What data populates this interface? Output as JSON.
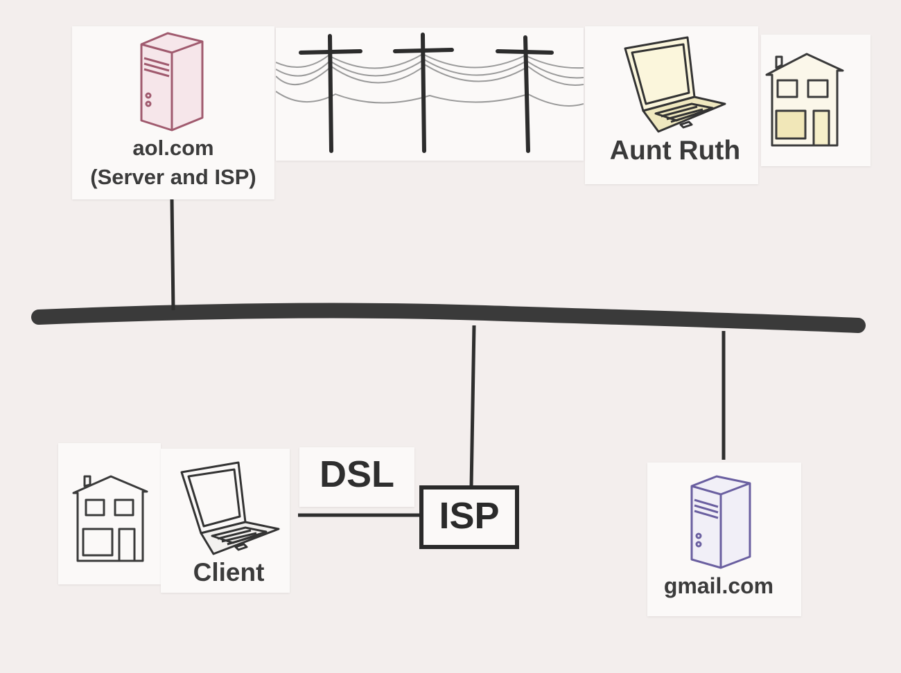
{
  "nodes": {
    "aol": {
      "line1": "aol.com",
      "line2": "(Server and ISP)",
      "color": "#a05a6e"
    },
    "aunt_ruth": {
      "label": "Aunt Ruth",
      "color": "#e8e2b4"
    },
    "client": {
      "label": "Client"
    },
    "gmail": {
      "label": "gmail.com",
      "color": "#6a5fa0"
    },
    "isp": {
      "label": "ISP"
    },
    "dsl": {
      "label": "DSL"
    }
  },
  "icons": [
    "server-icon",
    "utility-poles-icon",
    "laptop-icon",
    "house-icon"
  ],
  "colors": {
    "backbone": "#3a3a3a",
    "background": "#f3eeed",
    "card": "#fbf9f8"
  }
}
